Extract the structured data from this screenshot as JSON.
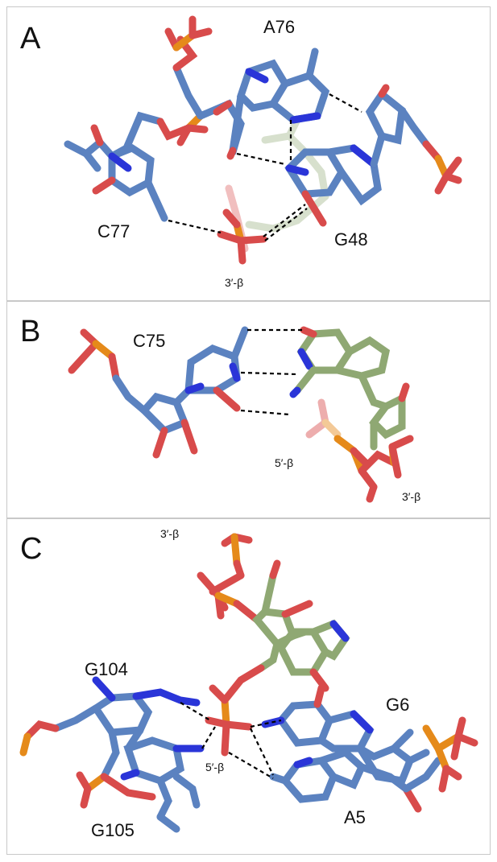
{
  "panel_a": {
    "letter": "A",
    "labels": {
      "a76": "A76",
      "c77": "C77",
      "g48": "G48",
      "beta3": "3′-β"
    }
  },
  "panel_b": {
    "letter": "B",
    "labels": {
      "c75": "C75",
      "beta5": "5′-β",
      "beta3": "3′-β"
    }
  },
  "panel_c": {
    "letter": "C",
    "labels": {
      "beta3": "3′-β",
      "g104": "G104",
      "g6": "G6",
      "beta5": "5′-β",
      "g105": "G105",
      "a5": "A5"
    }
  },
  "colors": {
    "blue_carbon": "#5b82c0",
    "green_carbon": "#8fa873",
    "nitrogen": "#2a35d8",
    "oxygen": "#d84b4b",
    "phosphorus": "#e58a1a",
    "hbond": "#000000"
  }
}
